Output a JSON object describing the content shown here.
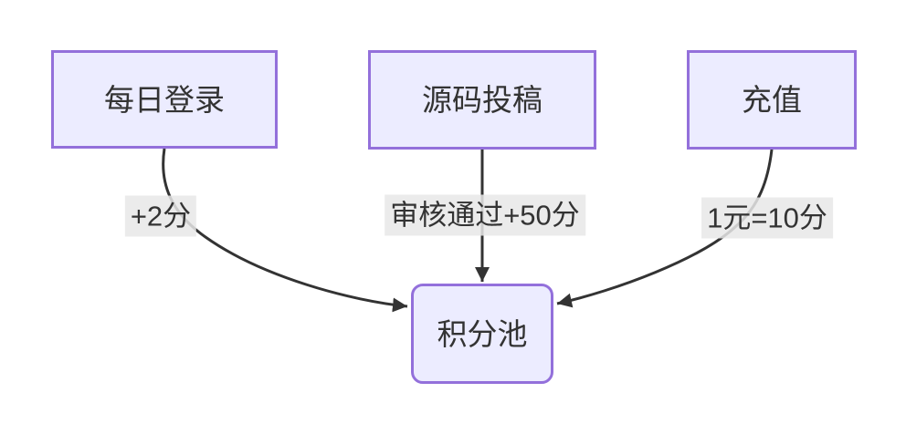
{
  "diagram": {
    "type": "flowchart-top-down",
    "nodes": [
      {
        "id": "daily-login",
        "label": "每日登录",
        "shape": "rect"
      },
      {
        "id": "code-submit",
        "label": "源码投稿",
        "shape": "rect"
      },
      {
        "id": "recharge",
        "label": "充值",
        "shape": "rect"
      },
      {
        "id": "points-pool",
        "label": "积分池",
        "shape": "rounded-rect"
      }
    ],
    "edges": [
      {
        "from": "daily-login",
        "to": "points-pool",
        "label": "+2分"
      },
      {
        "from": "code-submit",
        "to": "points-pool",
        "label": "审核通过+50分"
      },
      {
        "from": "recharge",
        "to": "points-pool",
        "label": "1元=10分"
      }
    ],
    "colors": {
      "node_fill": "#ECECFF",
      "node_border": "#9370DB",
      "edge_line": "#333333",
      "edge_label_background": "#e8e8e8",
      "text": "#333333",
      "canvas_background": "#ffffff"
    }
  }
}
